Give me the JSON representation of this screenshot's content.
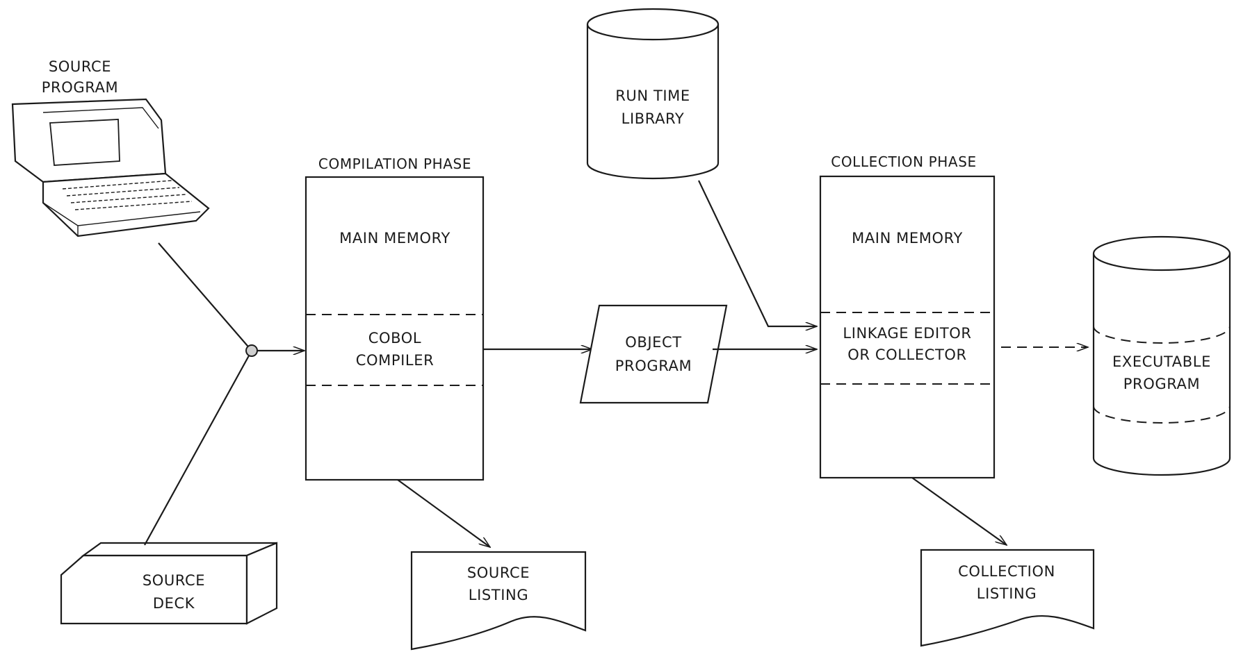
{
  "terminal": {
    "label_line1": "SOURCE",
    "label_line2": "PROGRAM"
  },
  "source_deck": {
    "line1": "SOURCE",
    "line2": "DECK"
  },
  "compilation": {
    "title": "COMPILATION PHASE",
    "main_memory": "MAIN MEMORY",
    "compiler_line1": "COBOL",
    "compiler_line2": "COMPILER"
  },
  "source_listing": {
    "line1": "SOURCE",
    "line2": "LISTING"
  },
  "object_program": {
    "line1": "OBJECT",
    "line2": "PROGRAM"
  },
  "run_time_library": {
    "line1": "RUN TIME",
    "line2": "LIBRARY"
  },
  "collection": {
    "title": "COLLECTION PHASE",
    "main_memory": "MAIN MEMORY",
    "linkage_line1": "LINKAGE EDITOR",
    "linkage_line2": "OR COLLECTOR"
  },
  "collection_listing": {
    "line1": "COLLECTION",
    "line2": "LISTING"
  },
  "executable": {
    "line1": "EXECUTABLE",
    "line2": "PROGRAM"
  }
}
